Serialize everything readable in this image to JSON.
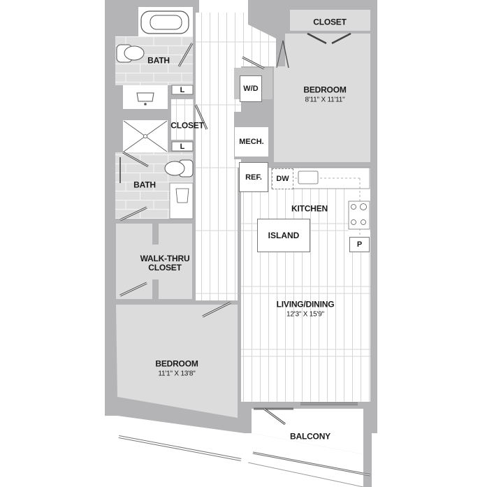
{
  "floor_plan": {
    "colors": {
      "wall": "#b4b4b6",
      "room_fill": "#dcdcdc",
      "floor_white": "#ffffff",
      "plank_line": "#d8d8d8",
      "tile_line": "#ffffff",
      "text": "#1a1a1a"
    },
    "rooms": {
      "bath_top": {
        "label": "BATH"
      },
      "linen_1": {
        "label": "L"
      },
      "closet_hall": {
        "label": "CLOSET"
      },
      "linen_2": {
        "label": "L"
      },
      "bath_bottom": {
        "label": "BATH"
      },
      "walk_thru_closet": {
        "label_line1": "WALK-THRU",
        "label_line2": "CLOSET"
      },
      "bedroom_main": {
        "label": "BEDROOM",
        "dimensions": "11'1\" X 13'8\""
      },
      "closet_top": {
        "label": "CLOSET"
      },
      "bedroom_second": {
        "label": "BEDROOM",
        "dimensions": "8'11\" X 11'11\""
      },
      "washer_dryer": {
        "label": "W/D"
      },
      "mechanical": {
        "label": "MECH."
      },
      "refrigerator": {
        "label": "REF."
      },
      "dishwasher": {
        "label": "DW"
      },
      "kitchen": {
        "label": "KITCHEN"
      },
      "island": {
        "label": "ISLAND"
      },
      "pantry": {
        "label": "P"
      },
      "living_dining": {
        "label": "LIVING/DINING",
        "dimensions": "12'3\" X 15'9\""
      },
      "balcony": {
        "label": "BALCONY"
      }
    }
  }
}
